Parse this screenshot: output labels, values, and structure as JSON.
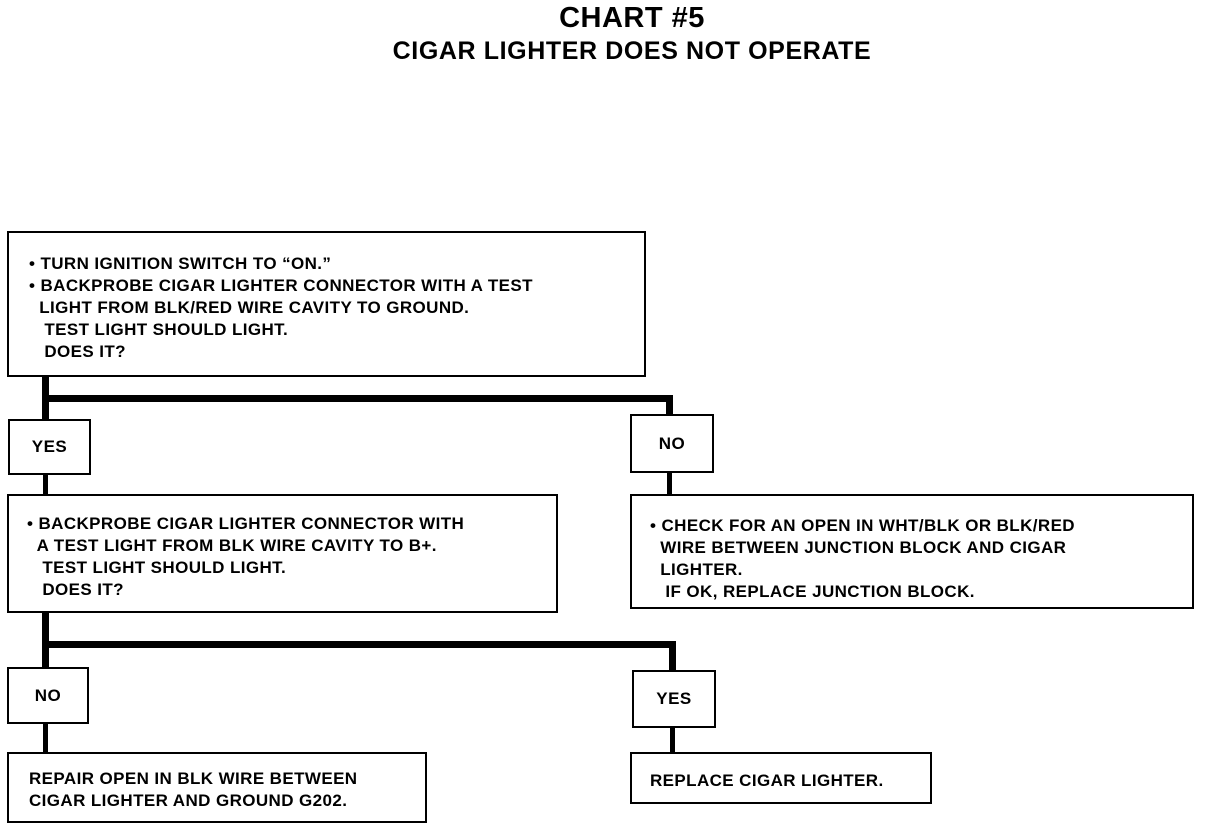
{
  "title": "CHART #5",
  "subtitle": "CIGAR LIGHTER DOES NOT OPERATE",
  "step1": {
    "lines": [
      "• TURN IGNITION SWITCH TO “ON.”",
      "• BACKPROBE CIGAR LIGHTER CONNECTOR WITH A TEST",
      "  LIGHT FROM BLK/RED WIRE CAVITY TO GROUND.",
      "   TEST LIGHT SHOULD LIGHT.",
      "   DOES IT?"
    ]
  },
  "step1_yes": "YES",
  "step1_no": "NO",
  "step2": {
    "lines": [
      "• BACKPROBE CIGAR LIGHTER CONNECTOR WITH",
      "  A TEST LIGHT FROM BLK WIRE CAVITY TO B+.",
      "   TEST LIGHT SHOULD LIGHT.",
      "   DOES IT?"
    ]
  },
  "no_action": {
    "lines": [
      "• CHECK FOR AN OPEN IN WHT/BLK OR BLK/RED",
      "  WIRE BETWEEN JUNCTION BLOCK AND CIGAR",
      "  LIGHTER.",
      "   IF OK, REPLACE JUNCTION BLOCK."
    ]
  },
  "step2_no": "NO",
  "step2_yes": "YES",
  "repair": {
    "lines": [
      "REPAIR OPEN IN BLK WIRE BETWEEN",
      "CIGAR LIGHTER AND GROUND G202."
    ]
  },
  "replace": {
    "lines": [
      "REPLACE CIGAR LIGHTER."
    ]
  }
}
